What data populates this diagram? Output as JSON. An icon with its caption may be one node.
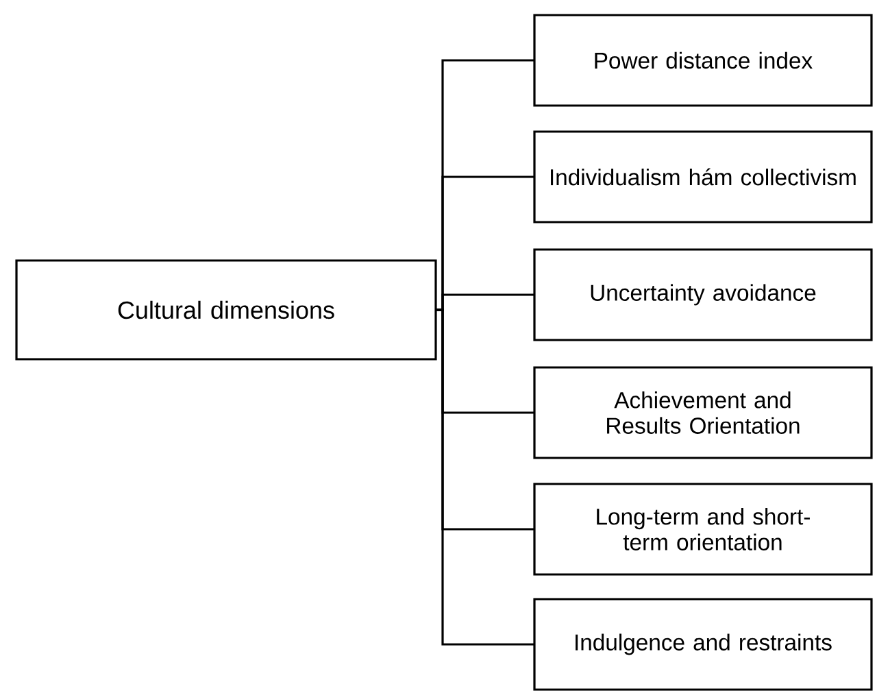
{
  "diagram": {
    "nodes": [
      {
        "text": [
          "Cultural dimensions"
        ]
      },
      {
        "text": [
          "Power distance index"
        ]
      },
      {
        "text": [
          "Individualism hám collectivism"
        ]
      },
      {
        "text": [
          "Uncertainty avoidance"
        ]
      },
      {
        "text": [
          "Achievement and Results Orientation"
        ]
      },
      {
        "text": [
          "Long-term and short-term orientation"
        ]
      },
      {
        "text": [
          "Indulgence and restraints"
        ]
      }
    ],
    "edges": [
      {
        "from": 0,
        "to": 1,
        "arrow": "none"
      },
      {
        "from": 0,
        "to": 2,
        "arrow": "none"
      },
      {
        "from": 0,
        "to": 3,
        "arrow": "none"
      },
      {
        "from": 0,
        "to": 4,
        "arrow": "none"
      },
      {
        "from": 0,
        "to": 5,
        "arrow": "none"
      },
      {
        "from": 0,
        "to": 6,
        "arrow": "none"
      }
    ]
  }
}
